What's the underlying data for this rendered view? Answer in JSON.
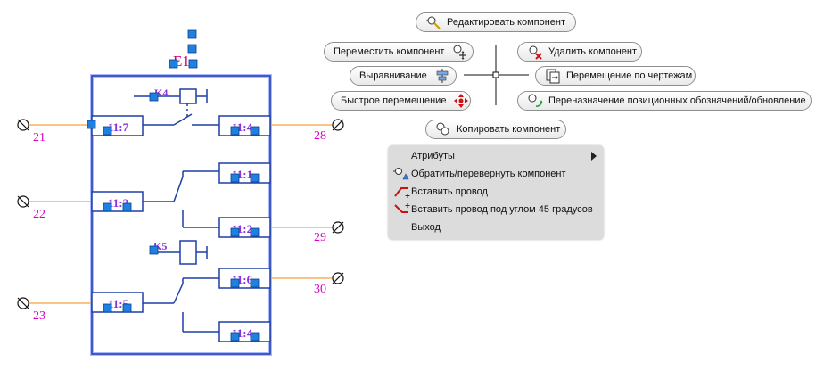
{
  "schematic": {
    "component_tag": "E1",
    "tags": {
      "k4": "K4",
      "k5": "K5"
    },
    "pin_labels": {
      "p17": "11:7",
      "p14a": "11:4",
      "p11": "11:1",
      "p12a": "11:2",
      "p12b": "11:2",
      "p15": "11:5",
      "p16": "11:6",
      "p14b": "11:4"
    },
    "wire_numbers": {
      "w21": "21",
      "w22": "22",
      "w23": "23",
      "w28": "28",
      "w29": "29",
      "w30": "30"
    },
    "colors": {
      "box": "#1f3ea8",
      "grip": "#1e80e0",
      "wire": "#f4a040",
      "wire_number": "#d400c8",
      "tag": "#d4007a",
      "pin_text": "#8a30e0"
    }
  },
  "marking_menu": {
    "edit_component": "Редактировать компонент",
    "move_component": "Переместить компонент",
    "delete_component": "Удалить компонент",
    "align": "Выравнивание",
    "move_across_drawings": "Перемещение по чертежам",
    "quick_move": "Быстрое перемещение",
    "retag_update": "Переназначение позиционных обозначений/обновление",
    "copy_component": "Копировать компонент"
  },
  "context_menu": {
    "items": [
      {
        "label": "Атрибуты",
        "icon": "none",
        "submenu": true
      },
      {
        "label": "Обратить/перевернуть компонент",
        "icon": "flip-component-icon"
      },
      {
        "label": "Вставить провод",
        "icon": "insert-wire-icon"
      },
      {
        "label": "Вставить провод под углом 45 градусов",
        "icon": "insert-wire-45-icon"
      },
      {
        "label": "Выход",
        "icon": "none"
      }
    ]
  }
}
